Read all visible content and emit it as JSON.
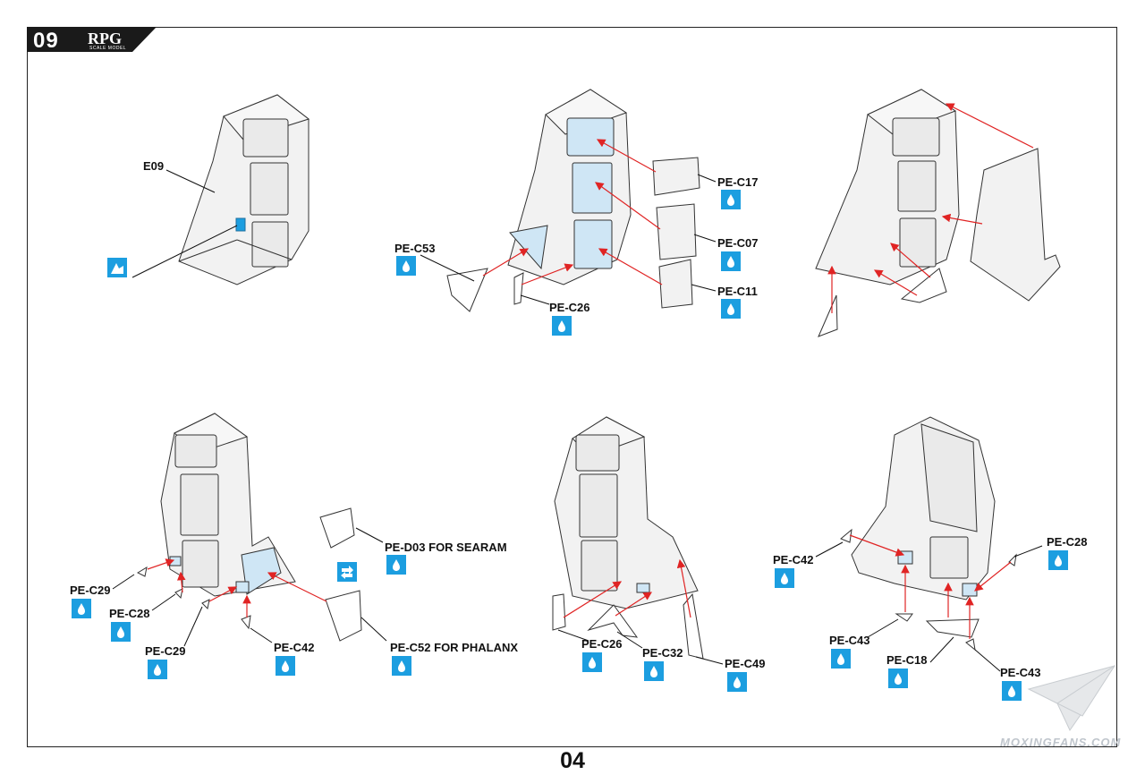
{
  "header": {
    "step_number": "09",
    "brand": "RPG",
    "brand_sub": "SCALE MODEL"
  },
  "page_number": "04",
  "watermark": "MOXINGFANS.COM",
  "colors": {
    "accent_blue": "#1c9ee0",
    "arrow_red": "#e02424",
    "part_fill": "#f2f2f2",
    "highlight_fill": "#cfe6f5"
  },
  "labels": {
    "e09": "E09",
    "pe_c17": "PE-C17",
    "pe_c07": "PE-C07",
    "pe_c11": "PE-C11",
    "pe_c53": "PE-C53",
    "pe_c26_a": "PE-C26",
    "pe_d03": "PE-D03  FOR SEARAM",
    "pe_c52": "PE-C52 FOR PHALANX",
    "pe_c29_a": "PE-C29",
    "pe_c28_a": "PE-C28",
    "pe_c29_b": "PE-C29",
    "pe_c42_a": "PE-C42",
    "pe_c26_b": "PE-C26",
    "pe_c32": "PE-C32",
    "pe_c49": "PE-C49",
    "pe_c42_b": "PE-C42",
    "pe_c28_b": "PE-C28",
    "pe_c43_a": "PE-C43",
    "pe_c18": "PE-C18",
    "pe_c43_b": "PE-C43"
  },
  "icons": {
    "glue": "glue-drop-icon",
    "cut": "cut-icon",
    "alternative": "alternative-icon"
  }
}
